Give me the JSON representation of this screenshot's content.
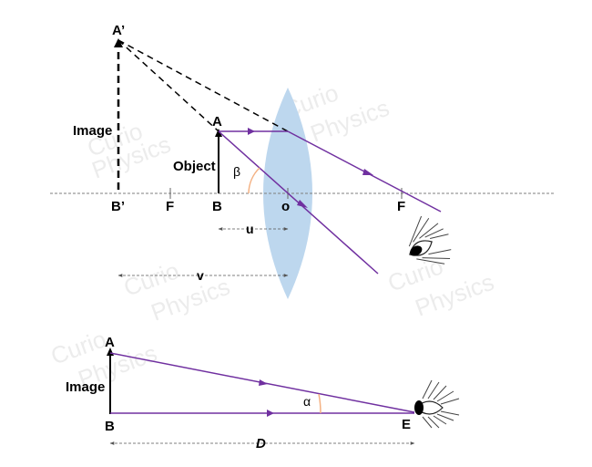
{
  "watermark": {
    "line1": "Curio",
    "line2": "Physics"
  },
  "top_diagram": {
    "image_top": "A’",
    "image_bottom": "B’",
    "image_label": "Image",
    "object_top": "A",
    "object_bottom": "B",
    "object_label": "Object",
    "focal_left": "F",
    "focal_right": "F",
    "optical_center": "o",
    "angle": "β",
    "object_distance": "u",
    "image_distance": "v"
  },
  "bottom_diagram": {
    "top_point": "A",
    "bottom_point": "B",
    "image_label": "Image",
    "eye_point": "E",
    "angle": "α",
    "distance": "D"
  },
  "colors": {
    "ray": "#7030a0",
    "lens_fill": "#bdd7ee",
    "angle_arc": "#f4b183",
    "axis": "#7f7f7f"
  }
}
